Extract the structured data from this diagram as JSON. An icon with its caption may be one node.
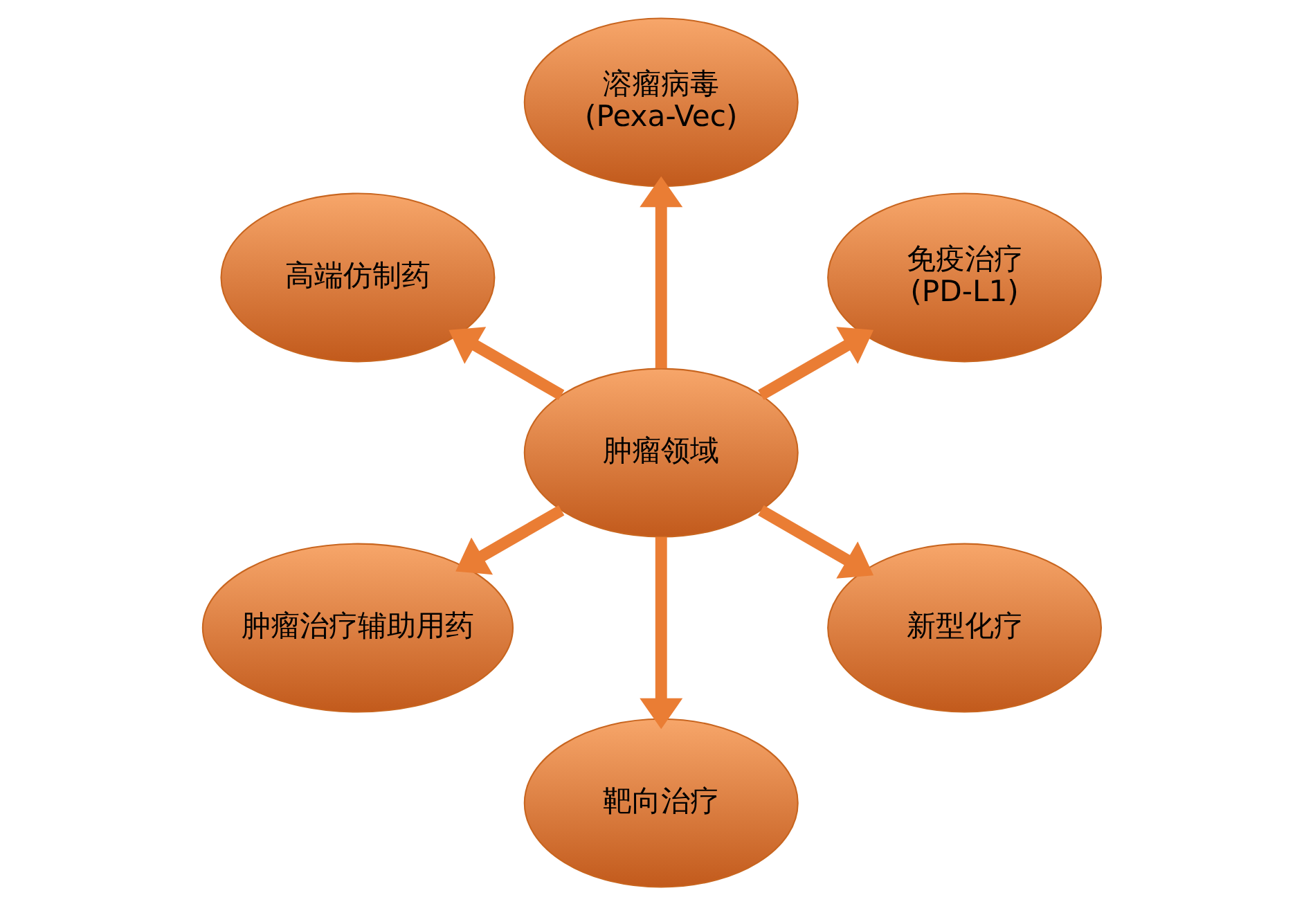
{
  "diagram": {
    "nodes": [
      {
        "text": [
          "肿瘤领域"
        ]
      },
      {
        "text": [
          "免疫治疗",
          "(PD-L1)"
        ]
      },
      {
        "text": [
          "溶瘤病毒",
          "(Pexa-Vec)"
        ]
      },
      {
        "text": [
          "高端仿制药"
        ]
      },
      {
        "text": [
          "肿瘤治疗辅助用药"
        ]
      },
      {
        "text": [
          "靶向治疗"
        ]
      },
      {
        "text": [
          "新型化疗"
        ]
      }
    ],
    "edges": [
      {
        "from": 0,
        "to": 1,
        "arrow": "to"
      },
      {
        "from": 0,
        "to": 2,
        "arrow": "to"
      },
      {
        "from": 0,
        "to": 3,
        "arrow": "to"
      },
      {
        "from": 0,
        "to": 4,
        "arrow": "to"
      },
      {
        "from": 0,
        "to": 5,
        "arrow": "to"
      },
      {
        "from": 0,
        "to": 6,
        "arrow": "to"
      }
    ]
  }
}
